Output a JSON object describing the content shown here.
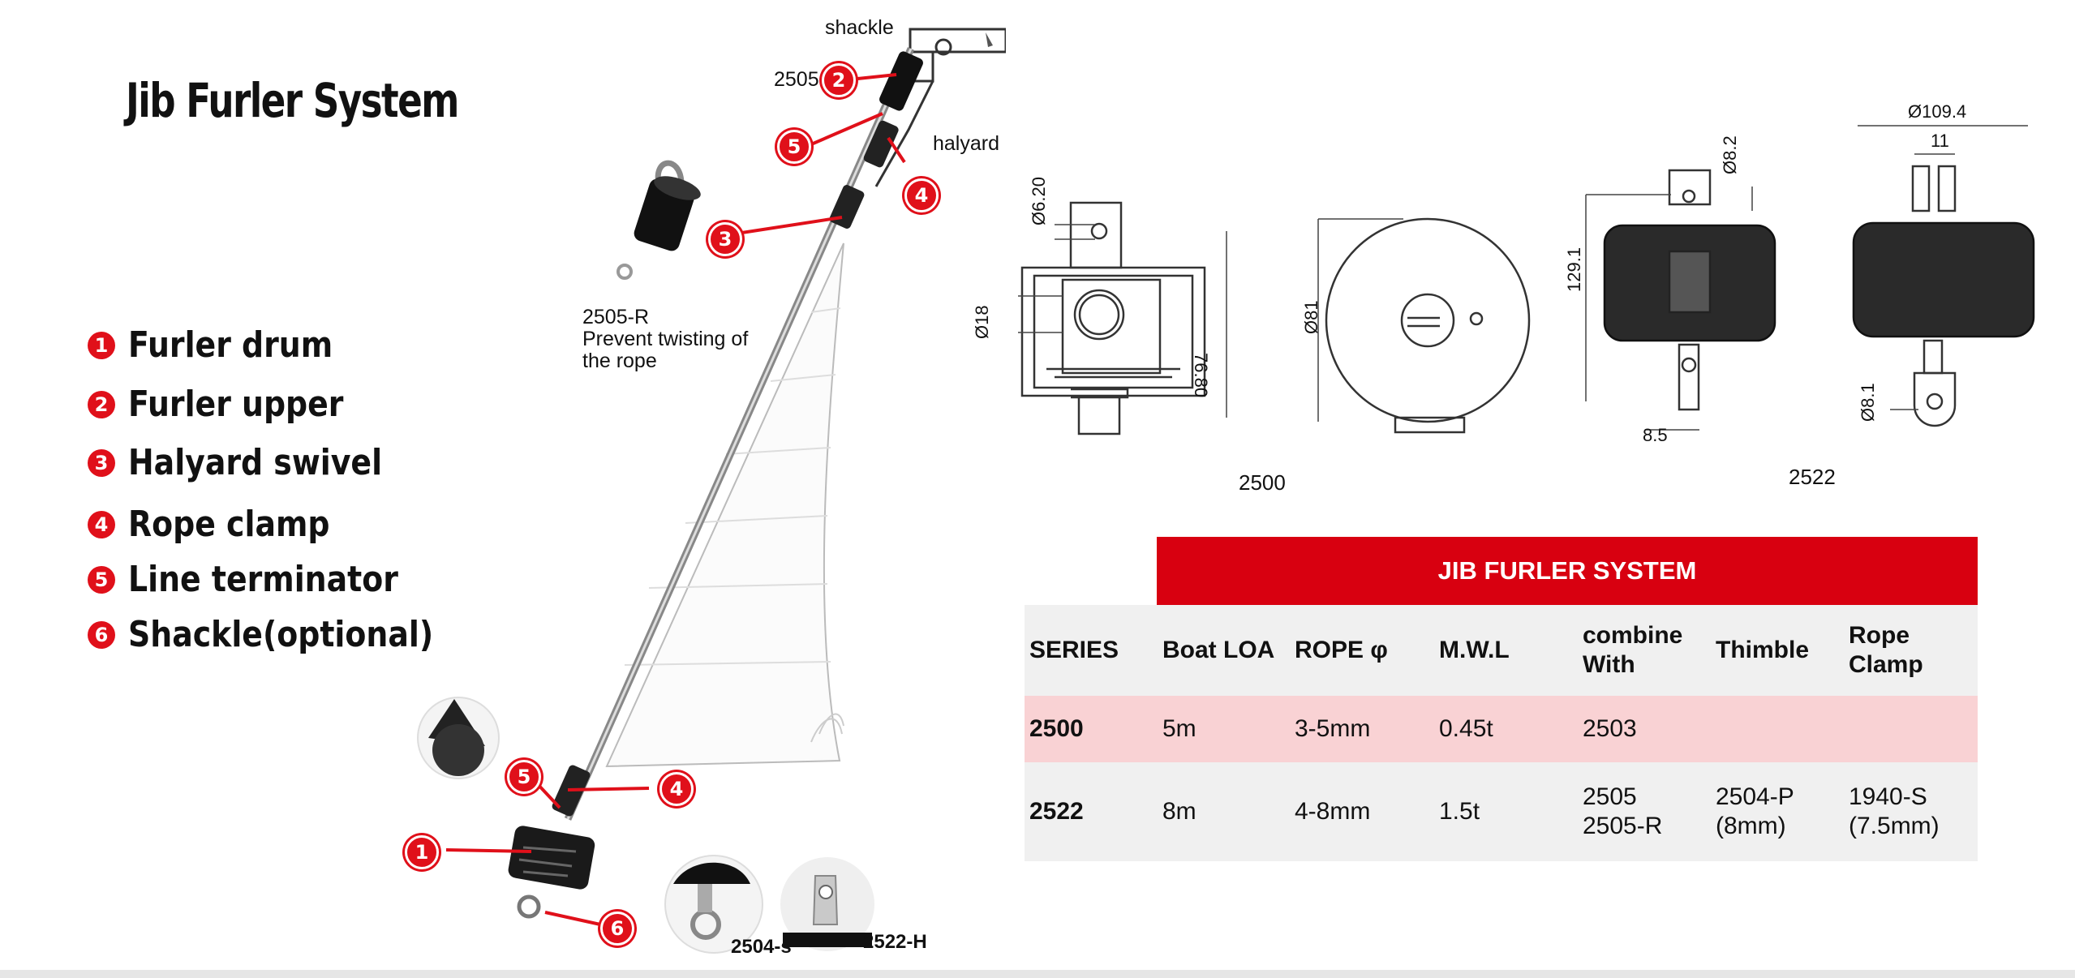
{
  "title": "Jib Furler System",
  "legend": [
    {
      "num": "1",
      "label": "Furler drum"
    },
    {
      "num": "2",
      "label": "Furler upper"
    },
    {
      "num": "3",
      "label": "Halyard swivel"
    },
    {
      "num": "4",
      "label": "Rope clamp"
    },
    {
      "num": "5",
      "label": "Line terminator"
    },
    {
      "num": "6",
      "label": "Shackle(optional)"
    }
  ],
  "diagram": {
    "shackle": "shackle",
    "halyard": "halyard",
    "part_2505": "2505",
    "swivel_code": "2505-R",
    "swivel_note_1": "Prevent twisting of",
    "swivel_note_2": "the rope",
    "part_2504s": "2504-s",
    "part_2522h": "2522-H",
    "callouts": [
      "1",
      "2",
      "3",
      "4",
      "4",
      "5",
      "5",
      "6"
    ]
  },
  "drawings": {
    "left_label": "2500",
    "right_label": "2522",
    "dims": {
      "d620": "Ø6.20",
      "d18": "Ø18",
      "h7680": "76.80",
      "d81": "Ø81",
      "d82": "Ø8.2",
      "h1291": "129.1",
      "w85": "8.5",
      "d1094": "Ø109.4",
      "w11": "11",
      "d81b": "Ø8.1"
    }
  },
  "table": {
    "title": "JIB FURLER SYSTEM",
    "headers": [
      "SERIES",
      "Boat LOA",
      "ROPE φ",
      "M.W.L",
      "combine With",
      "Thimble",
      "Rope Clamp"
    ],
    "rows": [
      [
        "2500",
        "5m",
        "3-5mm",
        "0.45t",
        "2503",
        "",
        ""
      ],
      [
        "2522",
        "8m",
        "4-8mm",
        "1.5t",
        "2505\n2505-R",
        "2504-P\n(8mm)",
        "1940-S\n(7.5mm)"
      ]
    ]
  },
  "colors": {
    "accent_red": "#d80010",
    "row_highlight": "#f9d2d4",
    "row_grey": "#f0f0f0"
  }
}
